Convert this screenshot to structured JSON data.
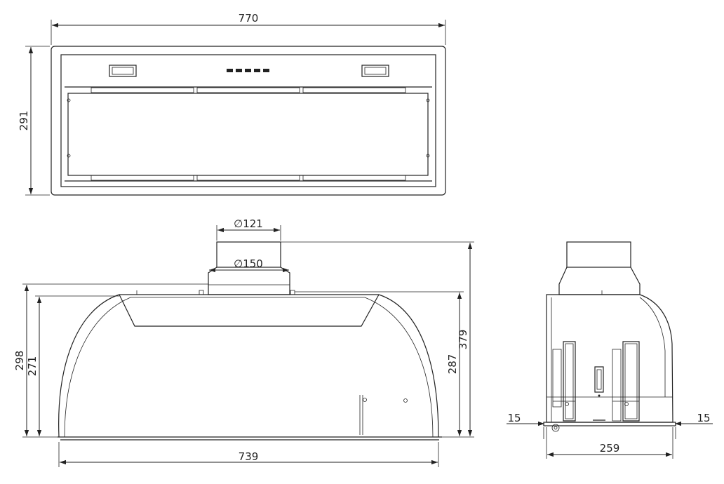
{
  "top_view": {
    "width_label": "770",
    "height_label": "291"
  },
  "front_view": {
    "outer_duct_label": "∅121",
    "inner_duct_label": "∅150",
    "width_label": "739",
    "left_outer_height": "298",
    "left_inner_height": "271",
    "right_body_height": "287",
    "right_total_height": "379"
  },
  "side_view": {
    "left_offset": "15",
    "right_offset": "15",
    "depth_label": "259"
  }
}
